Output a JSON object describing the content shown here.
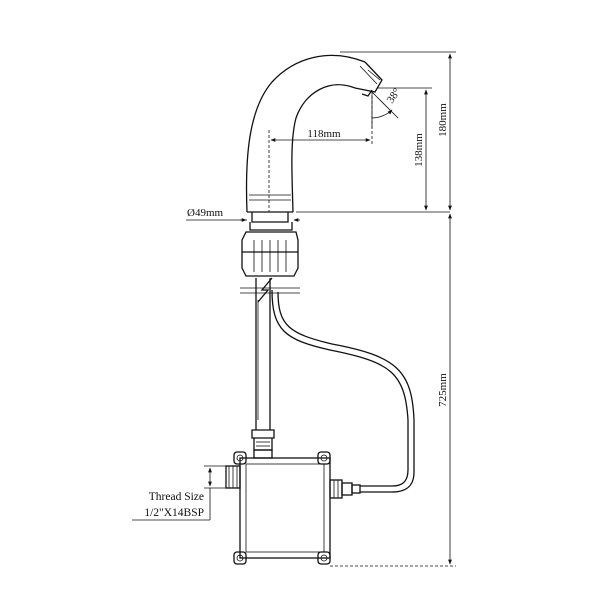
{
  "dimensions": {
    "spout_reach": "118mm",
    "spout_angle": "38°",
    "outlet_height": "138mm",
    "spout_height": "180mm",
    "body_diameter": "49mm",
    "diameter_symbol": "Ø",
    "total_length": "725mm"
  },
  "thread": {
    "label": "Thread Size",
    "value": "1/2\"X14BSP"
  }
}
